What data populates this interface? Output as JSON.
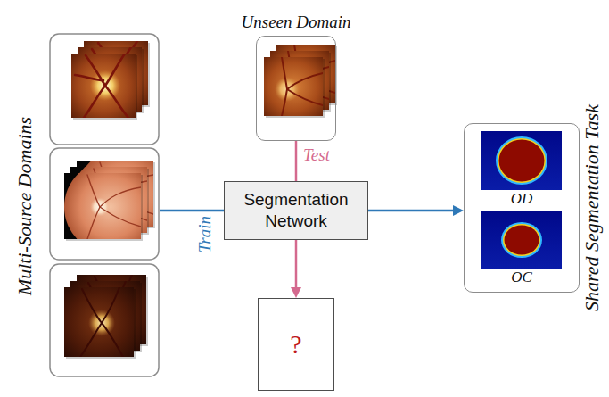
{
  "diagram": {
    "nodes": [
      {
        "text": [
          "Multi-Source Domains"
        ]
      },
      {
        "text": [
          "Unseen Domain"
        ]
      },
      {
        "text": [
          "Segmentation Network"
        ]
      },
      {
        "text": [
          "?"
        ]
      },
      {
        "text": [
          "Shared Segmentation Task",
          "OD",
          "OC"
        ]
      }
    ],
    "edges": [
      {
        "from": 0,
        "to": 2,
        "arrow": "none",
        "label": "Train"
      },
      {
        "from": 1,
        "to": 2,
        "arrow": "none",
        "label": "Test"
      },
      {
        "from": 2,
        "to": 4,
        "arrow": "to"
      },
      {
        "from": 2,
        "to": 3,
        "arrow": "to"
      }
    ]
  }
}
